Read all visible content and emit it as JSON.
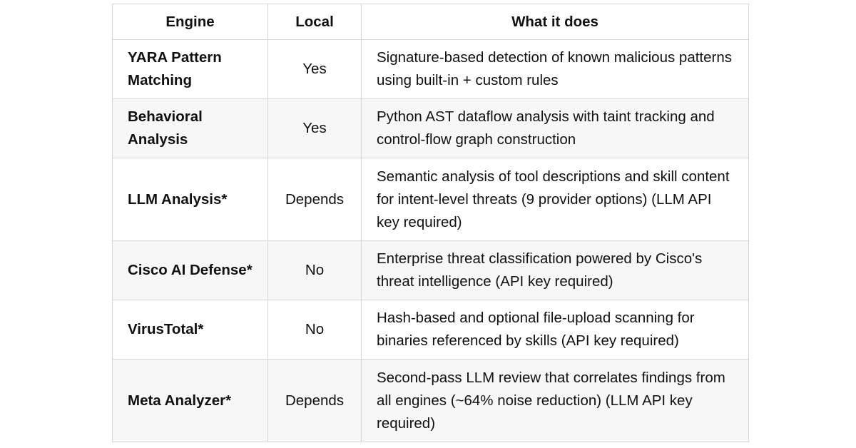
{
  "table": {
    "headers": {
      "engine": "Engine",
      "local": "Local",
      "description": "What it does"
    },
    "rows": [
      {
        "engine": "YARA Pattern Matching",
        "local": "Yes",
        "description": "Signature-based detection of known malicious patterns using built-in + custom rules"
      },
      {
        "engine": "Behavioral Analysis",
        "local": "Yes",
        "description": "Python AST dataflow analysis with taint tracking and control-flow graph construction"
      },
      {
        "engine": "LLM Analysis*",
        "local": "Depends",
        "description": "Semantic analysis of tool descriptions and skill content for intent-level threats (9 provider options) (LLM API key required)"
      },
      {
        "engine": "Cisco AI Defense*",
        "local": "No",
        "description": "Enterprise threat classification powered by Cisco's threat intelligence (API key required)"
      },
      {
        "engine": "VirusTotal*",
        "local": "No",
        "description": "Hash-based and optional file-upload scanning for binaries referenced by skills (API key required)"
      },
      {
        "engine": "Meta Analyzer*",
        "local": "Depends",
        "description": "Second-pass LLM review that correlates findings from all engines (~64% noise reduction) (LLM API key required)"
      }
    ]
  }
}
